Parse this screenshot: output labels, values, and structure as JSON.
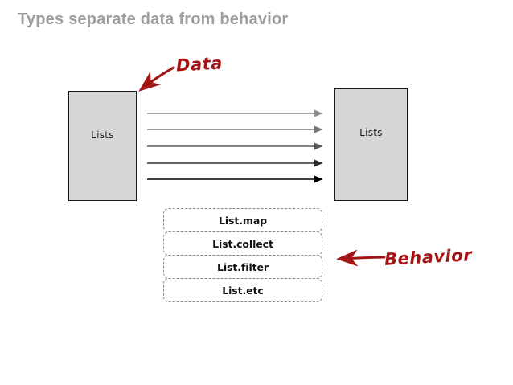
{
  "slide": {
    "title": "Types separate data from behavior",
    "title_color": "#9d9d9d",
    "background_color": "#ffffff"
  },
  "diagram": {
    "left_box": {
      "label": "Lists",
      "fill_color": "#d6d6d6",
      "border_color": "#1a1a1a"
    },
    "right_box": {
      "label": "Lists",
      "fill_color": "#d6d6d6",
      "border_color": "#1a1a1a"
    },
    "flow_arrows": [
      {
        "index": 1,
        "color": "#8c8c8c"
      },
      {
        "index": 2,
        "color": "#757575"
      },
      {
        "index": 3,
        "color": "#5a5a5a"
      },
      {
        "index": 4,
        "color": "#2e2e2e"
      },
      {
        "index": 5,
        "color": "#000000"
      }
    ],
    "behavior_boxes": [
      {
        "label": "List.map"
      },
      {
        "label": "List.collect"
      },
      {
        "label": "List.filter"
      },
      {
        "label": "List.etc"
      }
    ],
    "annotations": [
      {
        "id": "data",
        "label": "Data",
        "color": "#a51414",
        "arrow": "arrow-down-left-icon",
        "points_to": "left-list-box"
      },
      {
        "id": "behavior",
        "label": "Behavior",
        "color": "#a51414",
        "arrow": "arrow-left-icon",
        "points_to": "behavior-box-stack"
      }
    ]
  }
}
